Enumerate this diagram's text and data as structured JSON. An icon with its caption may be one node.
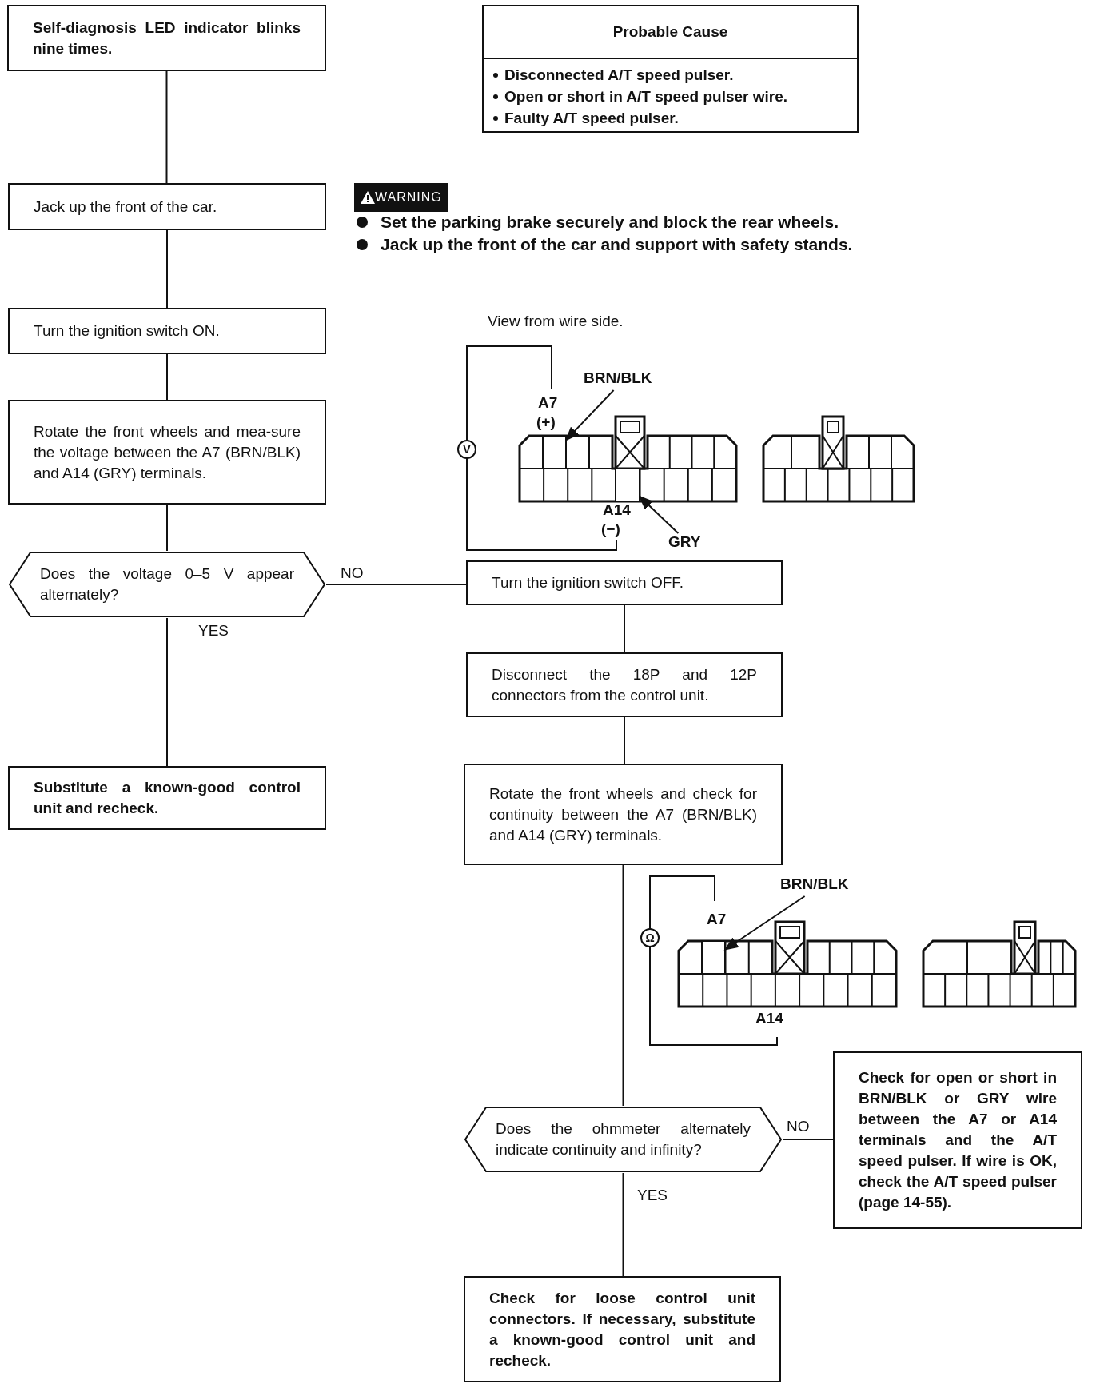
{
  "diagram": {
    "nodes": [
      {
        "text": [
          "Self-diagnosis LED indicator blinks nine times."
        ]
      },
      {
        "text": [
          "Probable Cause",
          "Disconnected A/T speed pulser.",
          "Open or short in A/T speed pulser wire.",
          "Faulty A/T speed pulser."
        ]
      },
      {
        "text": [
          "Jack up the front of the car."
        ]
      },
      {
        "text": [
          "Turn the ignition switch ON."
        ]
      },
      {
        "text": [
          "Rotate the front wheels and mea-sure the voltage between the A7 (BRN/BLK) and A14 (GRY) terminals."
        ]
      },
      {
        "text": [
          "Does the voltage 0–5 V appear alternately?"
        ]
      },
      {
        "text": [
          "Turn the ignition switch OFF."
        ]
      },
      {
        "text": [
          "Disconnect the 18P and 12P connectors from the control unit."
        ]
      },
      {
        "text": [
          "Substitute a known-good control unit and recheck."
        ]
      },
      {
        "text": [
          "Rotate the front wheels and check for continuity between the A7 (BRN/BLK) and A14 (GRY) terminals."
        ]
      },
      {
        "text": [
          "Does the ohmmeter alternately indicate continuity and infinity?"
        ]
      },
      {
        "text": [
          "Check for open or short in BRN/BLK or GRY wire between the A7 or A14 terminals and the A/T speed pulser. If wire is OK, check the A/T speed pulser (page 14-55)."
        ]
      },
      {
        "text": [
          "Check for loose control unit connectors. If necessary, substitute a known-good control unit and recheck."
        ]
      },
      {
        "text": [
          "BRN/BLK"
        ]
      },
      {
        "text": [
          "GRY"
        ]
      },
      {
        "text": [
          "BRN/BLK"
        ]
      },
      {
        "text": [],
        "shape": "box"
      },
      {
        "text": [],
        "shape": "box"
      },
      {
        "text": [],
        "shape": "box"
      }
    ],
    "edges": [
      {
        "from": 0,
        "to": 2,
        "arrow": "none"
      },
      {
        "from": 2,
        "to": 3,
        "arrow": "none"
      },
      {
        "from": 3,
        "to": 4,
        "arrow": "none"
      },
      {
        "from": 4,
        "to": 5,
        "arrow": "none"
      },
      {
        "from": 5,
        "to": 6,
        "arrow": "none",
        "label": "NO"
      },
      {
        "from": 5,
        "to": 8,
        "arrow": "none",
        "label": "YES"
      },
      {
        "from": 6,
        "to": 7,
        "arrow": "none"
      },
      {
        "from": 7,
        "to": 9,
        "arrow": "none"
      },
      {
        "from": 9,
        "to": 10,
        "arrow": "none"
      },
      {
        "from": 10,
        "to": 11,
        "arrow": "none",
        "label": "NO"
      },
      {
        "from": 10,
        "to": 12,
        "arrow": "none",
        "label": "YES"
      },
      {
        "from": 13,
        "to": 16,
        "arrow": "to"
      },
      {
        "from": 14,
        "to": 17,
        "arrow": "to"
      },
      {
        "from": 15,
        "to": 18,
        "arrow": "to"
      }
    ],
    "labels": [
      "WARNING",
      "Set the parking brake securely and block the rear wheels.",
      "Jack up the front of the car and support with safety stands.",
      "View from wire side.",
      "A7",
      "(+)",
      "V",
      "A14",
      "(−)",
      "A7",
      "Ω",
      "A14"
    ]
  }
}
